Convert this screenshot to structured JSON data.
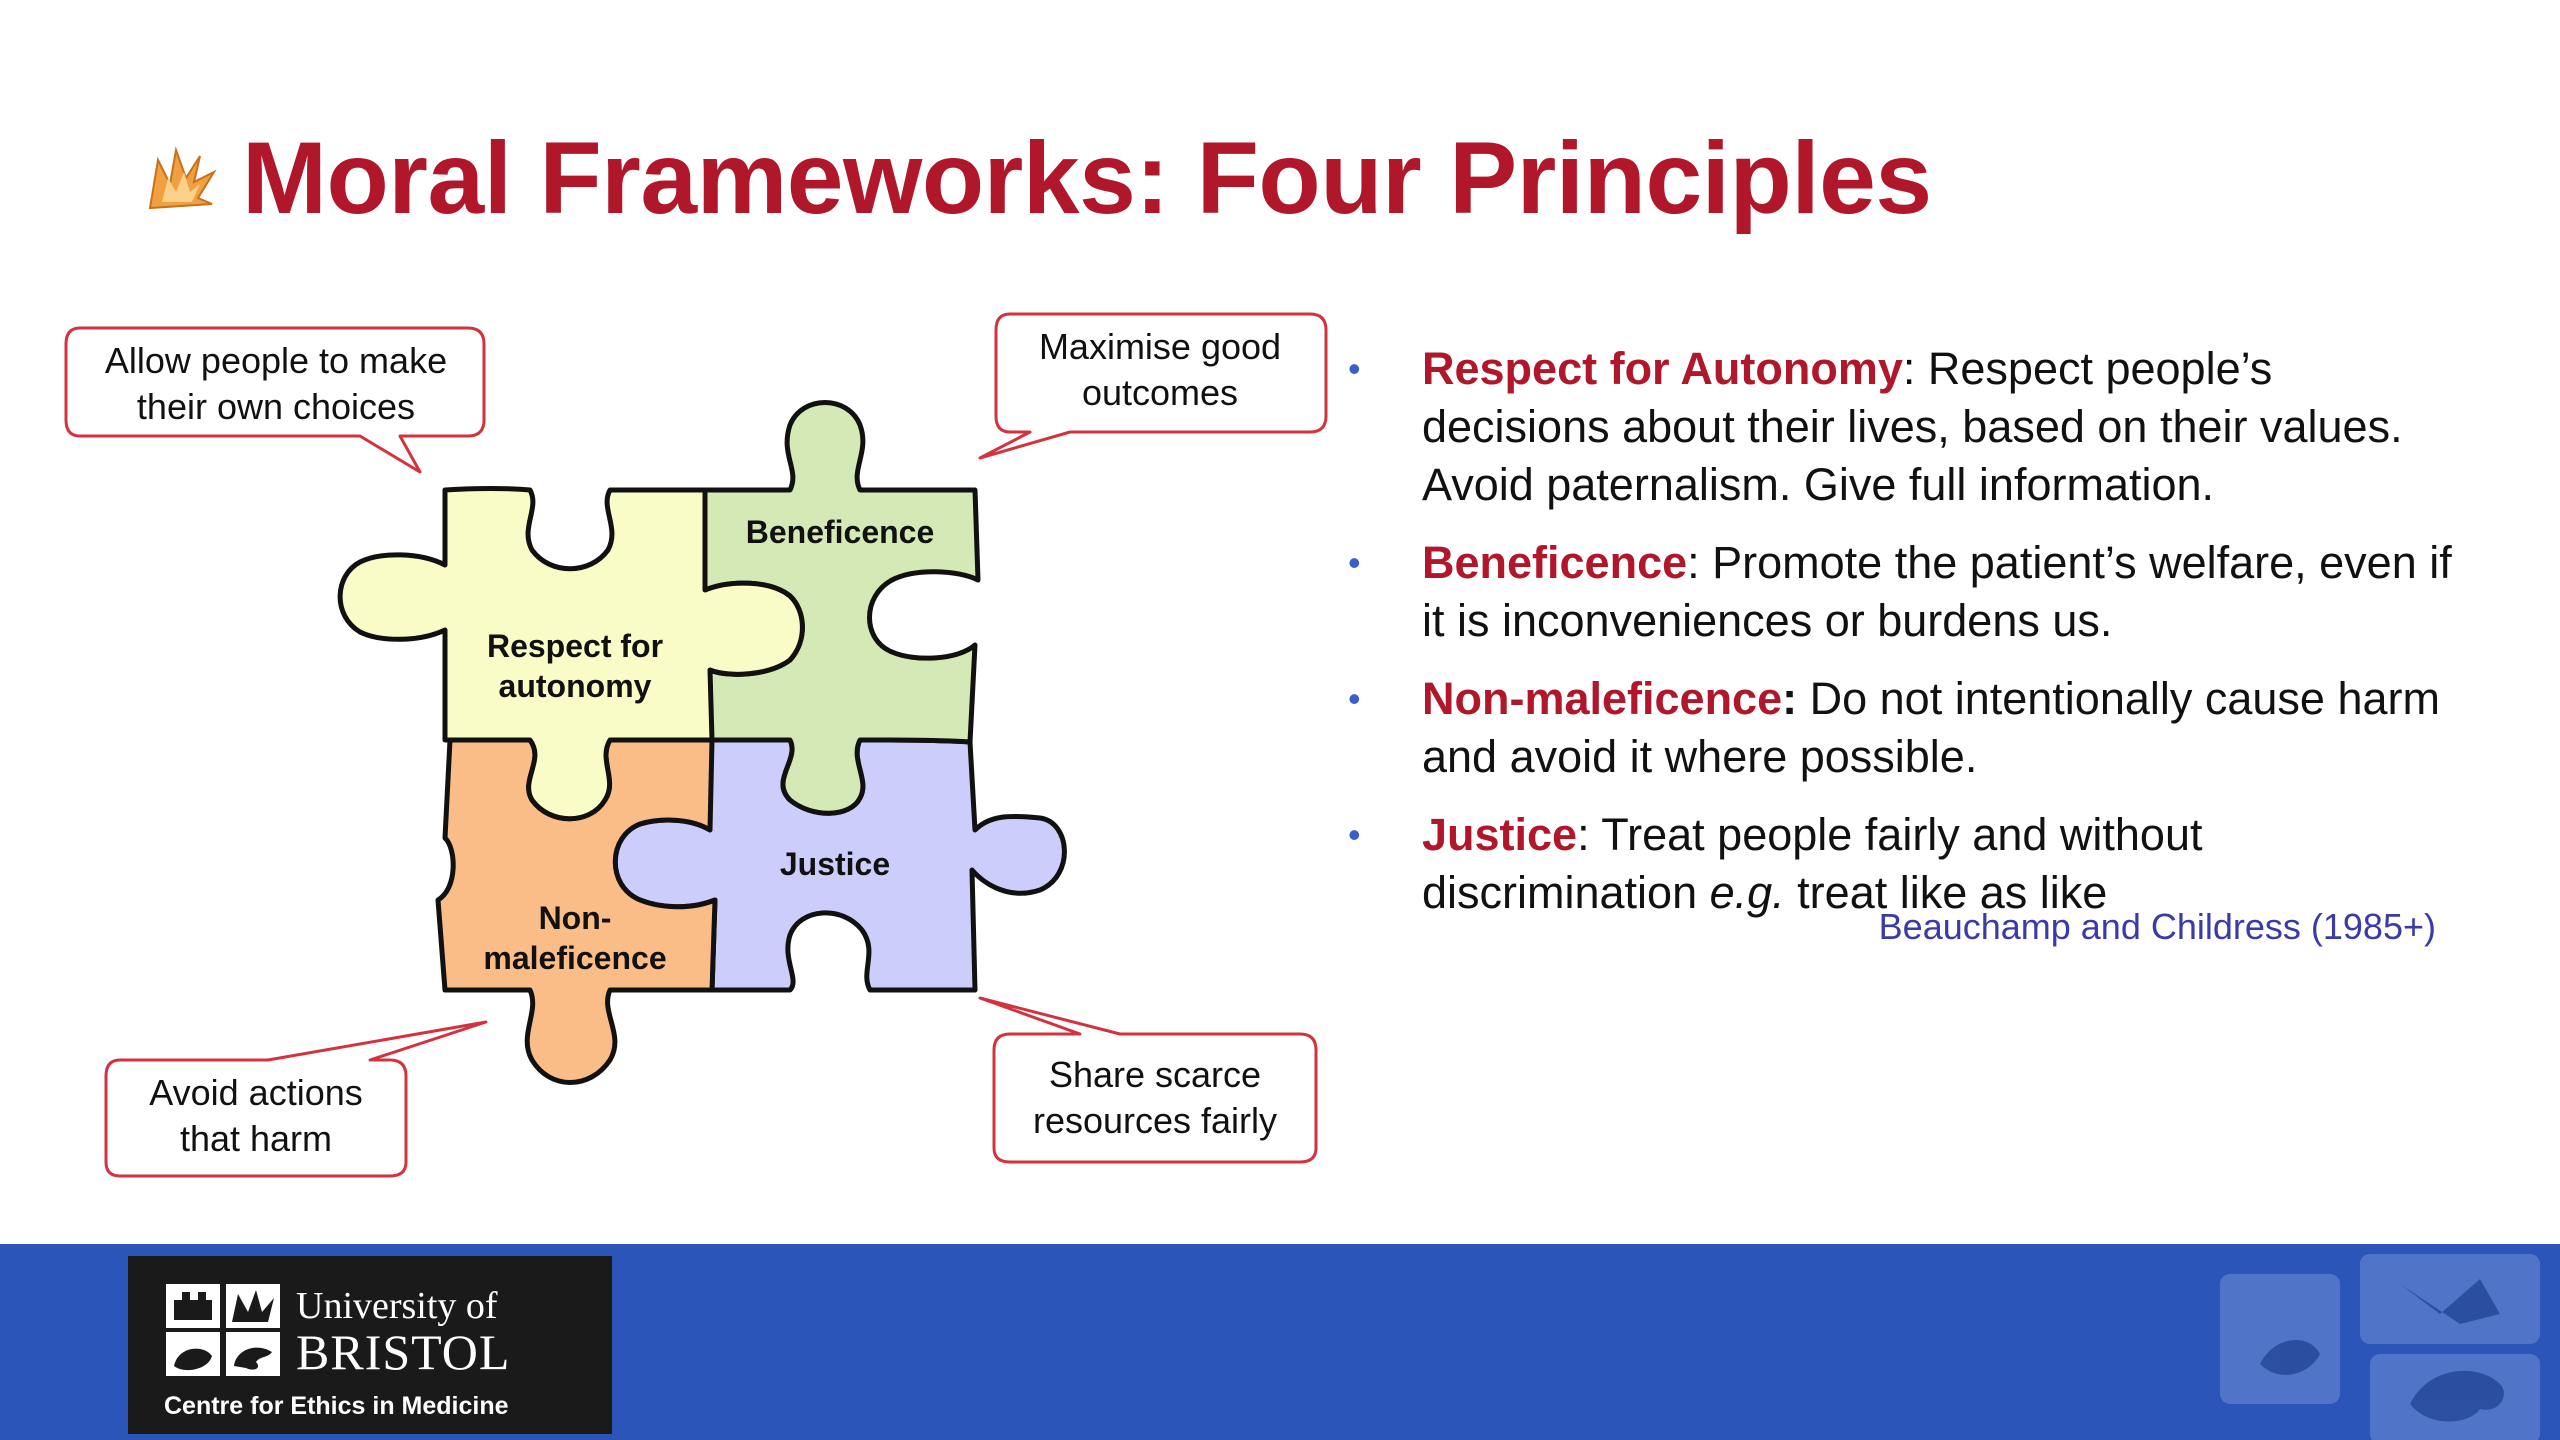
{
  "title": "Moral Frameworks: Four Principles",
  "colors": {
    "title": "#b0172a",
    "bullet_dot": "#3a5fcd",
    "citation": "#3a3aa8",
    "footer": "#2b55b8",
    "callout_border": "#d2343f"
  },
  "diagram": {
    "pieces": {
      "autonomy": {
        "label": "Respect for autonomy",
        "color": "#fafcc8"
      },
      "beneficence": {
        "label": "Beneficence",
        "color": "#d4e9b5"
      },
      "nonmaleficence": {
        "label": "Non-maleficence",
        "color": "#fbbd87"
      },
      "justice": {
        "label": "Justice",
        "color": "#cdcdfb"
      }
    },
    "callouts": {
      "autonomy": "Allow people to make their own choices",
      "beneficence": "Maximise good outcomes",
      "nonmaleficence": "Avoid actions that harm",
      "justice": "Share scarce resources fairly"
    }
  },
  "bullets": [
    {
      "term": "Respect for Autonomy",
      "sep": ":",
      "text": " Respect people’s decisions about their lives, based on their values. Avoid paternalism. Give full information."
    },
    {
      "term": "Beneficence",
      "sep": ":",
      "text": " Promote the patient’s welfare, even if it is inconveniences or burdens us."
    },
    {
      "term": "Non-maleficence",
      "sep": ":",
      "text": " Do not intentionally cause harm and avoid it where possible."
    },
    {
      "term": "Justice",
      "sep": ":",
      "text": " Treat people fairly and without discrimination ",
      "italic": "e.g.",
      "text_after": " treat like as like"
    }
  ],
  "bullet_marker": "•",
  "citation": "Beauchamp and Childress (1985+)",
  "footer": {
    "university_line1": "University of",
    "university_line2": "BRISTOL",
    "centre": "Centre for Ethics in Medicine"
  }
}
